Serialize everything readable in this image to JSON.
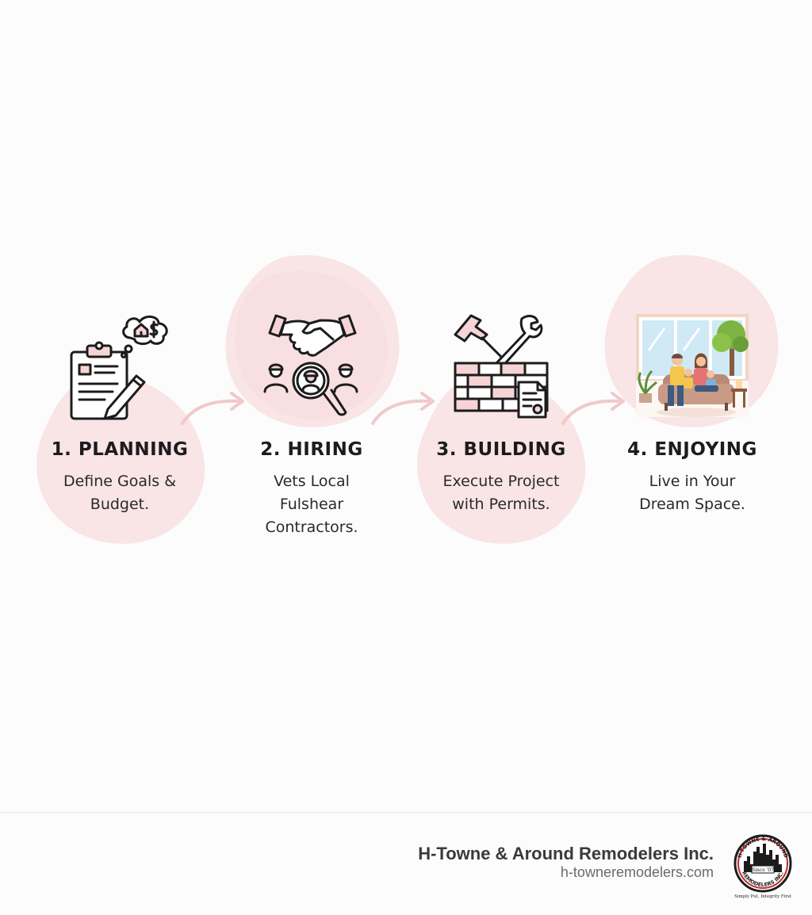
{
  "steps": [
    {
      "title": "1. PLANNING",
      "description": "Define Goals &\nBudget.",
      "icon": "clipboard-pencil-icon"
    },
    {
      "title": "2. HIRING",
      "description": "Vets Local\nFulshear\nContractors.",
      "icon": "handshake-search-icon"
    },
    {
      "title": "3. BUILDING",
      "description": "Execute Project\nwith Permits.",
      "icon": "tools-bricks-icon"
    },
    {
      "title": "4. ENJOYING",
      "description": "Live in Your\nDream Space.",
      "icon": "family-living-room-icon"
    }
  ],
  "footer": {
    "company": "H-Towne & Around Remodelers Inc.",
    "url": "h-towneremodelers.com",
    "logo": {
      "ring_text_top": "H-TOWNE & AROUND",
      "ring_text_bottom": "REMODELERS INC.",
      "since": "Since '07",
      "tagline": "Simply Put, Integrity First"
    }
  },
  "colors": {
    "blob": "#f9e4e6",
    "arrow": "#efc9cc",
    "ink": "#1c1c1c",
    "accent_fill": "#f6d4d6"
  }
}
